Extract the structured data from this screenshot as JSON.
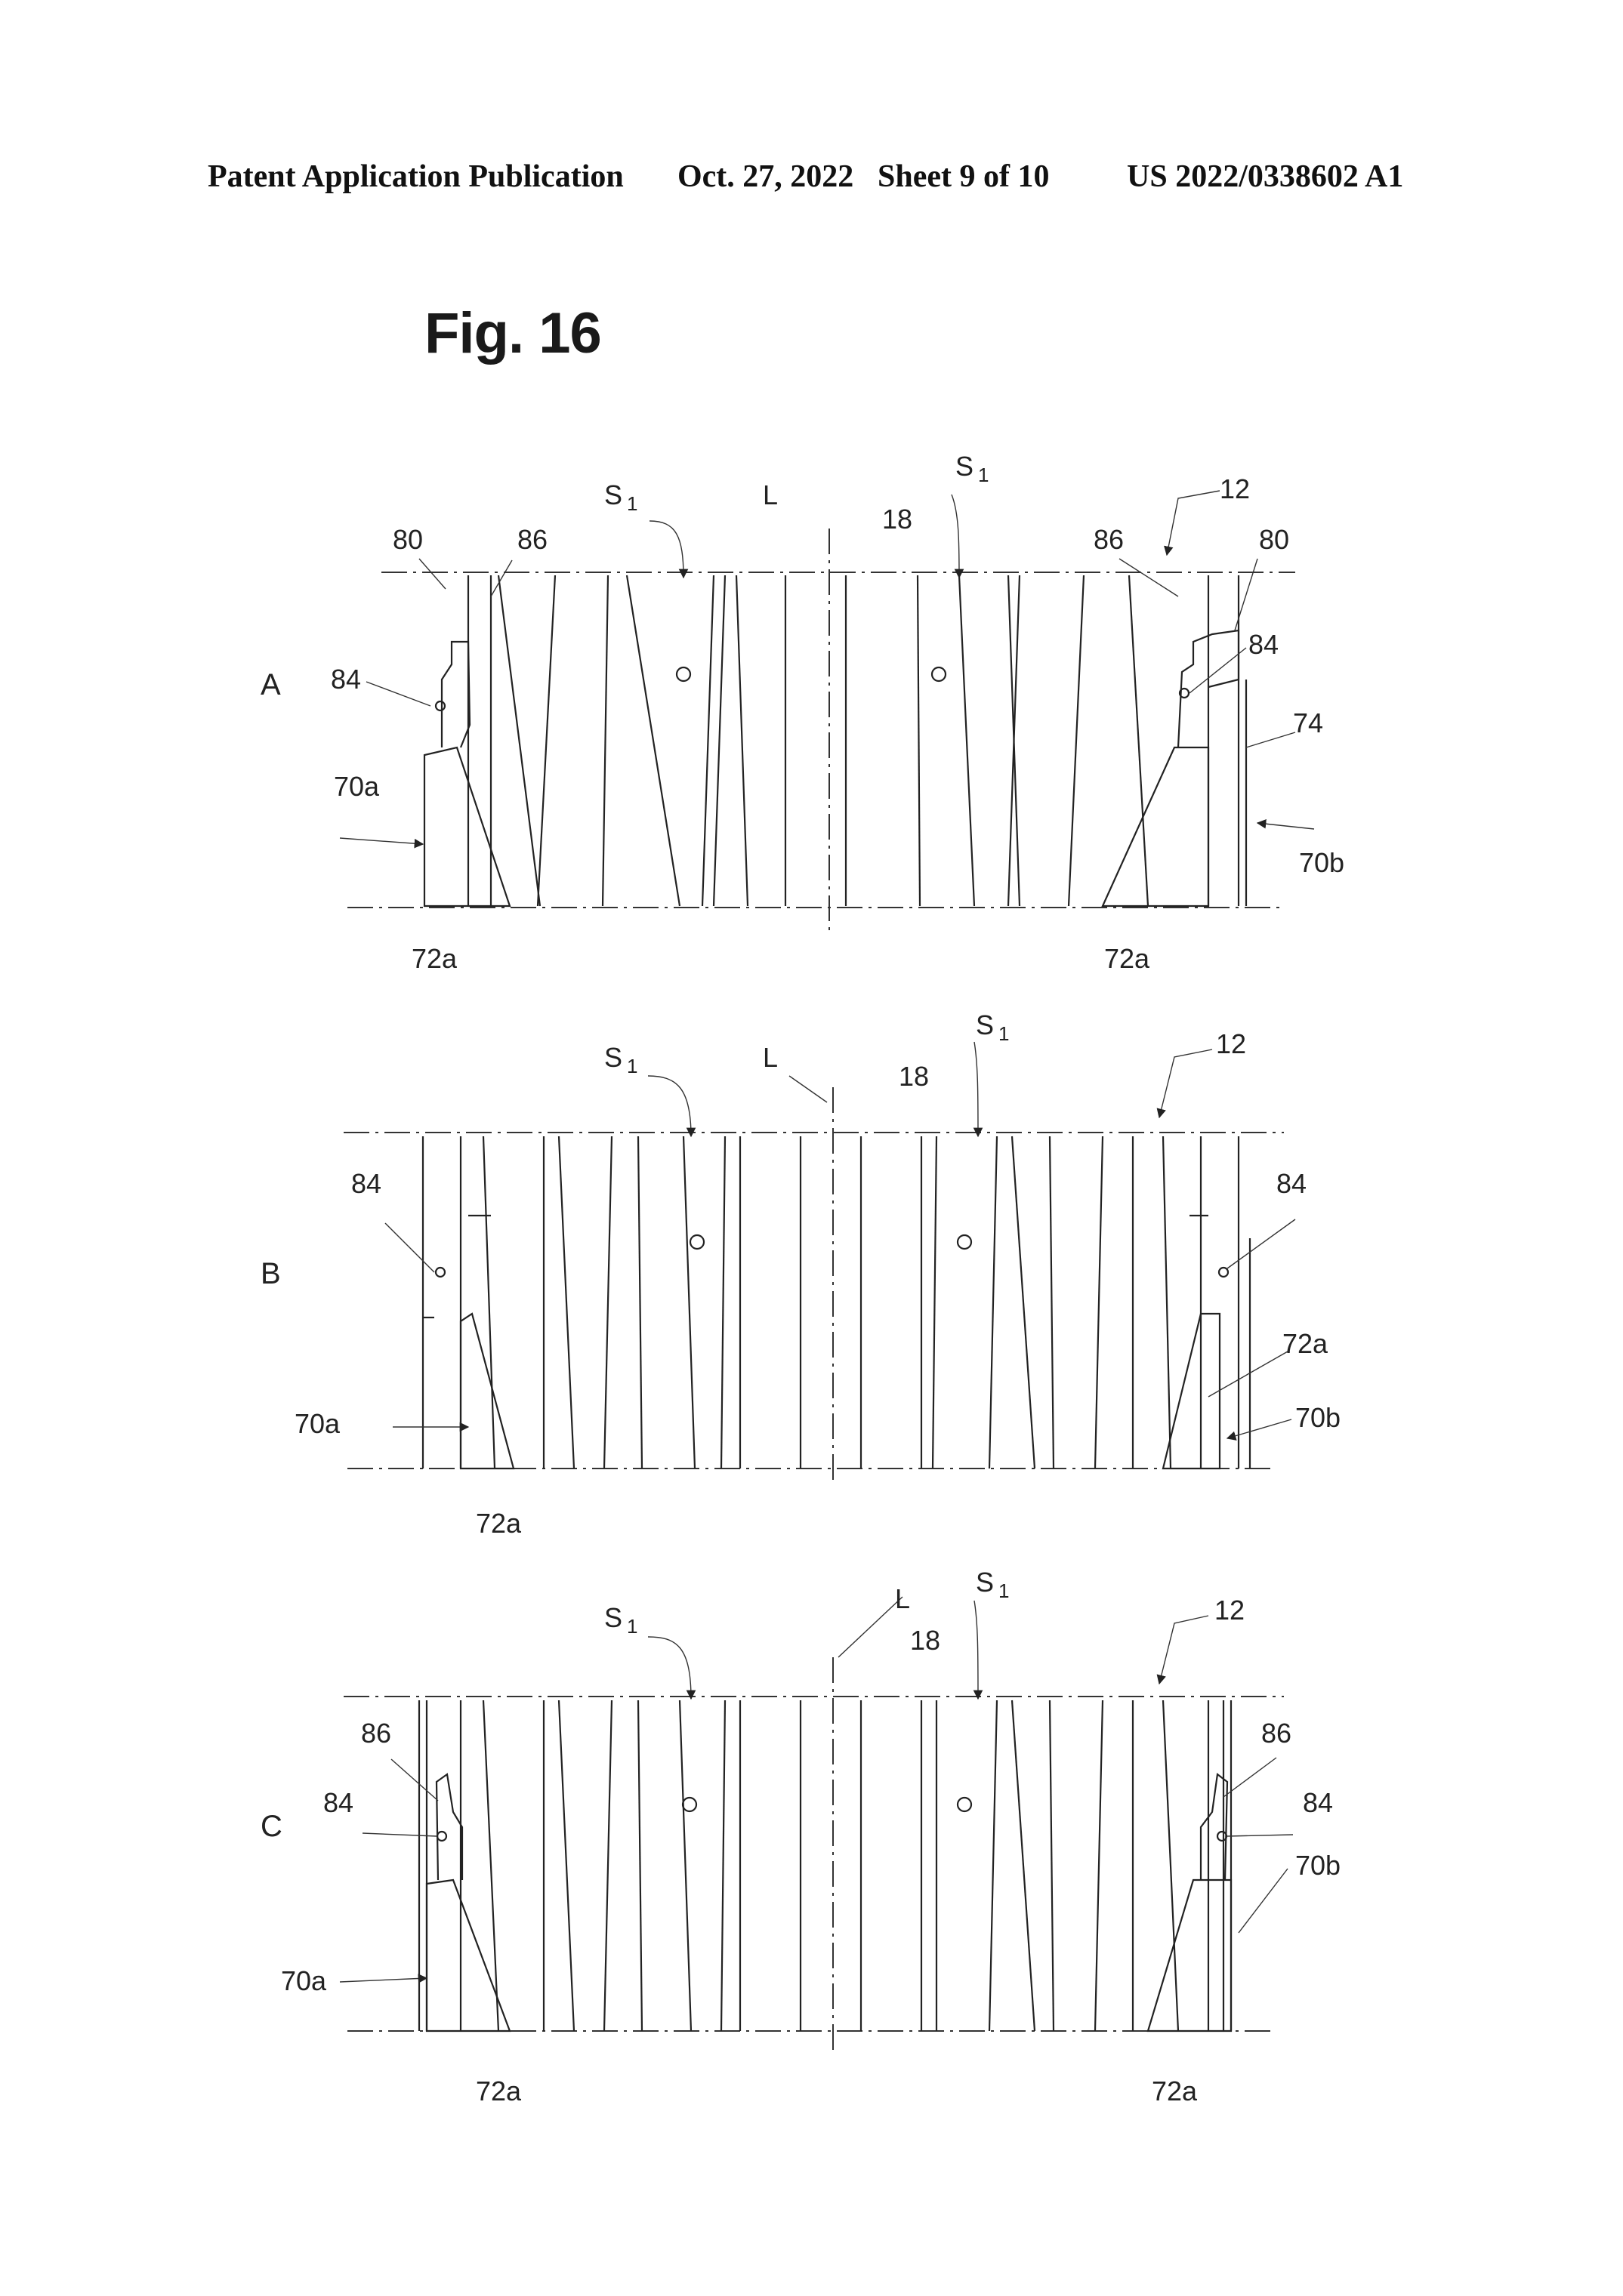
{
  "header": {
    "publication": "Patent Application Publication",
    "date": "Oct. 27, 2022",
    "sheet": "Sheet 9 of 10",
    "number": "US 2022/0338602 A1"
  },
  "figure": {
    "title": "Fig. 16",
    "panels": [
      {
        "id": "A",
        "labels": {
          "s1_left": "S",
          "s1_left_sub": "1",
          "s1_right": "S",
          "s1_right_sub": "1",
          "axis": "L",
          "ref18": "18",
          "ref12": "12",
          "ref80_left": "80",
          "ref86_left": "86",
          "ref84_left": "84",
          "ref86_right": "86",
          "ref80_right": "80",
          "ref84_right": "84",
          "ref74": "74",
          "ref70a": "70a",
          "ref70b": "70b",
          "ref72a_left": "72a",
          "ref72a_right": "72a"
        }
      },
      {
        "id": "B",
        "labels": {
          "s1_left": "S",
          "s1_left_sub": "1",
          "s1_right": "S",
          "s1_right_sub": "1",
          "axis": "L",
          "ref18": "18",
          "ref12": "12",
          "ref84_left": "84",
          "ref84_right": "84",
          "ref72a_right": "72a",
          "ref70a": "70a",
          "ref70b": "70b",
          "ref72a_left": "72a"
        }
      },
      {
        "id": "C",
        "labels": {
          "s1_left": "S",
          "s1_left_sub": "1",
          "s1_right": "S",
          "s1_right_sub": "1",
          "axis": "L",
          "ref18": "18",
          "ref12": "12",
          "ref86_left": "86",
          "ref84_left": "84",
          "ref86_right": "86",
          "ref84_right": "84",
          "ref70b": "70b",
          "ref70a": "70a",
          "ref72a_left": "72a",
          "ref72a_right": "72a"
        }
      }
    ]
  }
}
